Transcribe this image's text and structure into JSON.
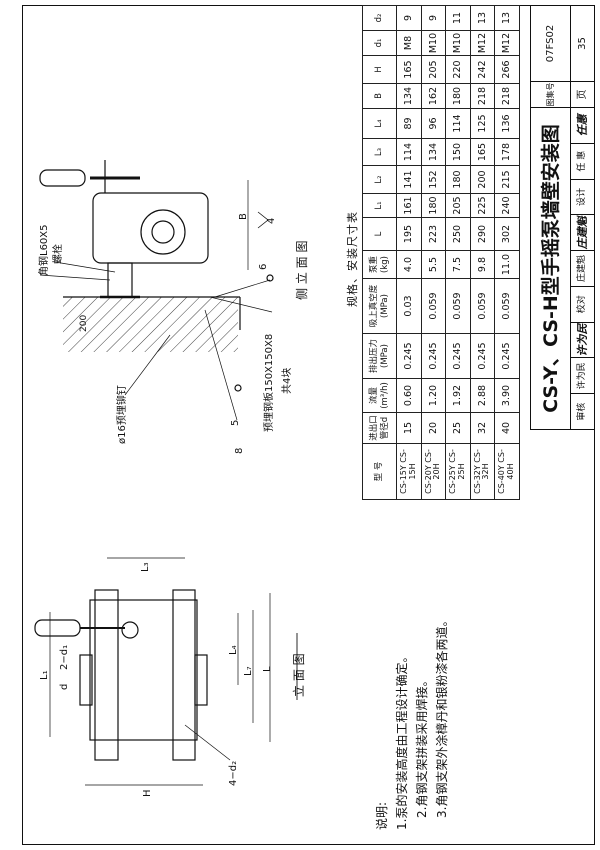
{
  "side_view": {
    "title": "侧 立 面 图",
    "angle_steel": "角钢L60X5",
    "bolt": "螺栓",
    "plate": "预埋钢板150X150X8",
    "plate_qty": "共4块",
    "rivet": "ø16预埋铆钉",
    "dim_200": "200",
    "dim_B": "B",
    "callout_4": "4",
    "callout_5": "5",
    "callout_6": "6",
    "callout_8": "8"
  },
  "front_view": {
    "title": "立 面 图",
    "dim_L": "L",
    "dim_L1": "L₁",
    "dim_L3": "L₃",
    "dim_L4": "L₄",
    "dim_L7": "L₇",
    "dim_H": "H",
    "dim_d": "d",
    "dim_2d1": "2−d₁",
    "dim_4d2": "4−d₂"
  },
  "notes": {
    "heading": "说明:",
    "items": [
      "1.泵的安装高度由工程设计确定。",
      "2.角钢支架拼装采用焊接。",
      "3.角钢支架外涂樟丹和银粉漆各两道。"
    ]
  },
  "spec_table": {
    "caption": "规格、安装尺寸表",
    "headers": [
      "型 号",
      "进出口管径d",
      "流量(m³/h)",
      "排出压力(MPa)",
      "吸上真空度(MPa)",
      "泵重(kg)",
      "L",
      "L₁",
      "L₂",
      "L₃",
      "L₄",
      "B",
      "H",
      "d₁",
      "d₂"
    ],
    "rows": [
      [
        "CS-15Y CS-15H",
        "15",
        "0.60",
        "0.245",
        "0.03",
        "4.0",
        "195",
        "161",
        "141",
        "114",
        "89",
        "134",
        "165",
        "M8",
        "9"
      ],
      [
        "CS-20Y CS-20H",
        "20",
        "1.20",
        "0.245",
        "0.059",
        "5.5",
        "223",
        "180",
        "152",
        "134",
        "96",
        "162",
        "205",
        "M10",
        "9"
      ],
      [
        "CS-25Y CS-25H",
        "25",
        "1.92",
        "0.245",
        "0.059",
        "7.5",
        "250",
        "205",
        "180",
        "150",
        "114",
        "180",
        "220",
        "M10",
        "11"
      ],
      [
        "CS-32Y CS-32H",
        "32",
        "2.88",
        "0.245",
        "0.059",
        "9.8",
        "290",
        "225",
        "200",
        "165",
        "125",
        "218",
        "242",
        "M12",
        "13"
      ],
      [
        "CS-40Y CS-40H",
        "40",
        "3.90",
        "0.245",
        "0.059",
        "11.0",
        "302",
        "240",
        "215",
        "178",
        "136",
        "218",
        "266",
        "M12",
        "13"
      ]
    ]
  },
  "title_block": {
    "title": "CS-Y、CS-H型手摇泵墙壁安装图",
    "atlas_label": "图集号",
    "atlas_no": "07FS02",
    "page_label": "页",
    "page_no": "35",
    "signatures": [
      "审核",
      "许为民",
      "许为民",
      "校对",
      "庄建魁",
      "庄建魁",
      "设计",
      "任 惠",
      "任惠"
    ]
  }
}
